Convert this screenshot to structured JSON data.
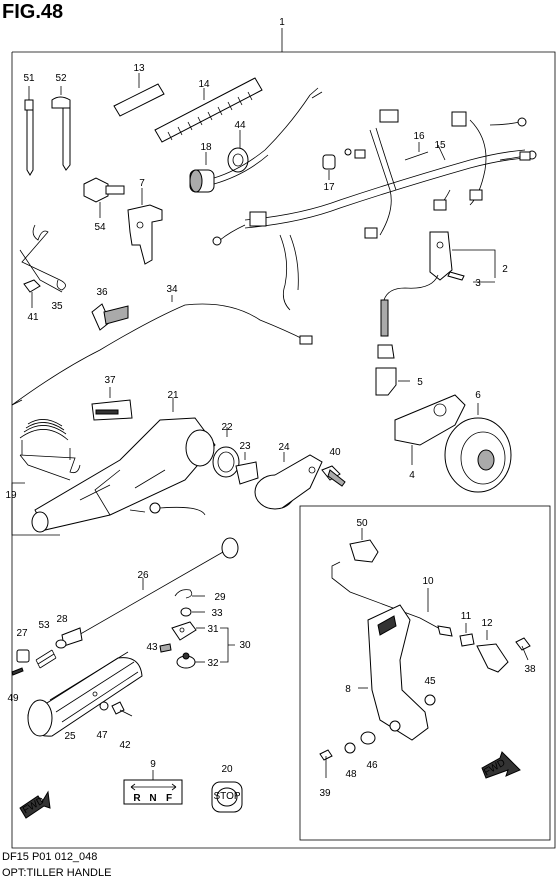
{
  "figure": {
    "title": "FIG.48",
    "footer_code": "DF15 P01 012_048",
    "footer_title": "OPT:TILLER HANDLE"
  },
  "callouts": [
    "1",
    "2",
    "3",
    "4",
    "5",
    "6",
    "7",
    "8",
    "9",
    "10",
    "11",
    "12",
    "13",
    "14",
    "15",
    "16",
    "17",
    "18",
    "19",
    "20",
    "21",
    "22",
    "23",
    "24",
    "25",
    "26",
    "27",
    "28",
    "29",
    "30",
    "31",
    "32",
    "33",
    "34",
    "35",
    "36",
    "37",
    "38",
    "39",
    "40",
    "41",
    "42",
    "43",
    "44",
    "45",
    "46",
    "47",
    "48",
    "49",
    "50",
    "51",
    "52",
    "53",
    "54"
  ],
  "markings": {
    "fwd_left": "FWD",
    "fwd_right": "FWD",
    "stop": "STOP",
    "shift_r": "R",
    "shift_n": "N",
    "shift_f": "F"
  },
  "icons": [
    "arrow-fwd-icon",
    "stop-button-icon",
    "shift-plate-icon"
  ]
}
